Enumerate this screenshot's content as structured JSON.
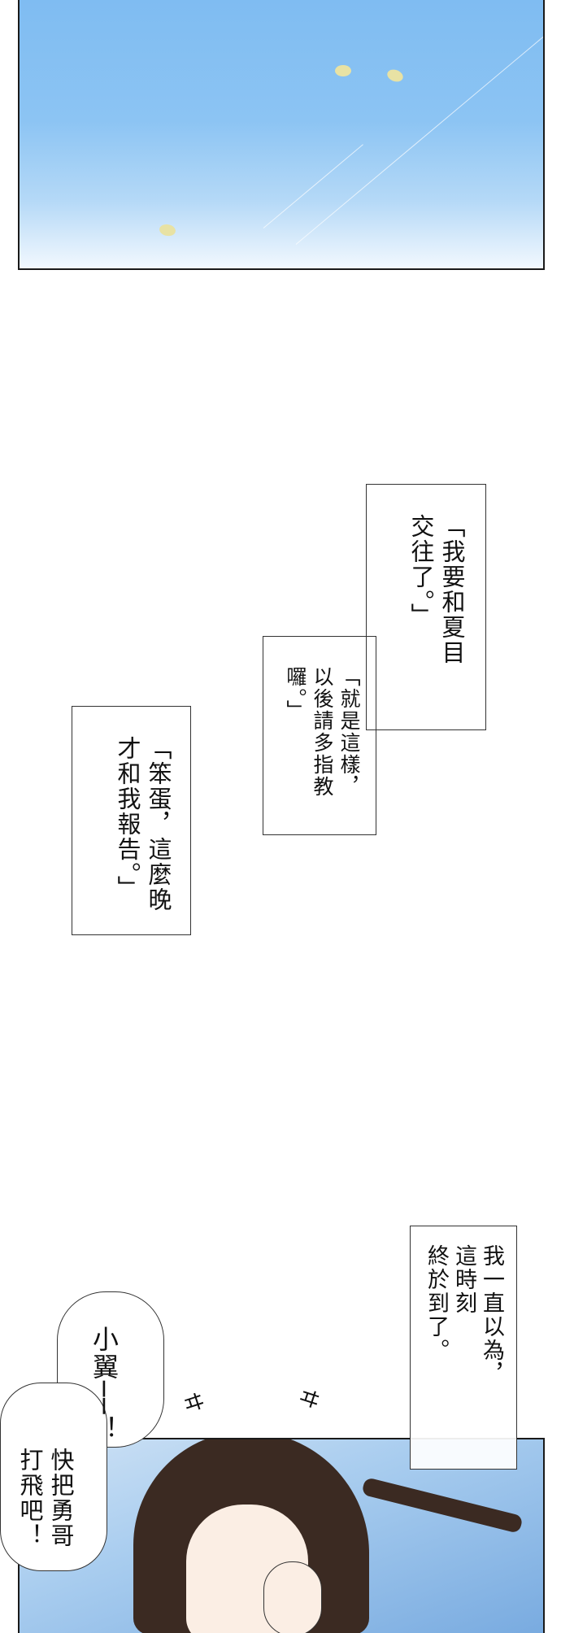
{
  "captions": {
    "top_right": "「我要和夏目\n交往了。」",
    "middle": "「就是這樣，\n以後請多指教\n囉。」",
    "left": "「笨蛋，這麼晚\n才和我報告。」",
    "bottom_right": "我一直以為，\n這時刻\n終於到了。"
  },
  "speech": {
    "call": "小翼──！",
    "shout": "快把勇哥\n打飛吧！"
  },
  "sfx": {
    "left": "ヰ",
    "right": "ヰ"
  },
  "colors": {
    "sky": "#8cc4f3",
    "hair": "#3b2a22",
    "bottom_bg": "#79abe0"
  }
}
